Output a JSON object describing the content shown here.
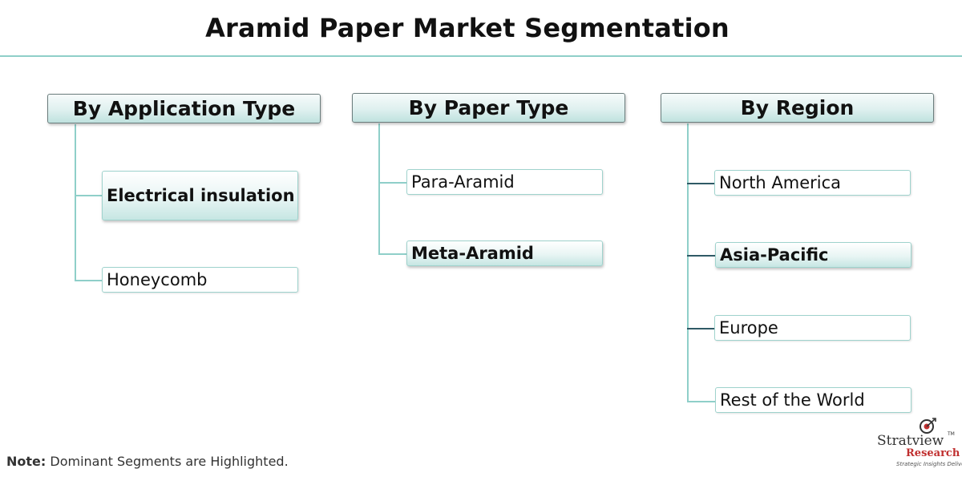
{
  "title": "Aramid Paper Market Segmentation",
  "columns": [
    {
      "header": "By Application Type",
      "items": [
        {
          "label": "Electrical insulation",
          "dominant": true
        },
        {
          "label": "Honeycomb",
          "dominant": false
        }
      ]
    },
    {
      "header": "By Paper Type",
      "items": [
        {
          "label": "Para-Aramid",
          "dominant": false
        },
        {
          "label": "Meta-Aramid",
          "dominant": true
        }
      ]
    },
    {
      "header": "By Region",
      "items": [
        {
          "label": "North America",
          "dominant": false
        },
        {
          "label": "Asia-Pacific",
          "dominant": true
        },
        {
          "label": "Europe",
          "dominant": false
        },
        {
          "label": "Rest of the World",
          "dominant": false
        }
      ]
    }
  ],
  "note": {
    "label": "Note:",
    "text": " Dominant Segments are Highlighted."
  },
  "logo": {
    "name": "Stratview",
    "tm": "TM",
    "sub": "Research",
    "tagline": "Strategic Insights Delivered"
  },
  "colors": {
    "connector": "#8fcfc9",
    "connector_dark": "#2f5a66",
    "highlight": "#c6e6e3",
    "logo_accent": "#c02f2f"
  }
}
